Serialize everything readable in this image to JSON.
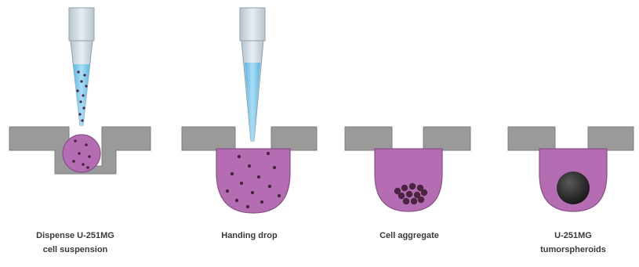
{
  "steps": [
    {
      "id": "dispense",
      "label_lines": [
        "Dispense U-251MG",
        "cell suspension"
      ]
    },
    {
      "id": "hanging-drop",
      "label_lines": [
        "Handing drop"
      ]
    },
    {
      "id": "cell-aggregate",
      "label_lines": [
        "Cell aggregate"
      ]
    },
    {
      "id": "tumorspheroids",
      "label_lines": [
        "U-251MG",
        "tumorspheroids"
      ]
    }
  ],
  "colors": {
    "plate": "#9a9a9a",
    "plate_edge": "#7f7f7f",
    "drop": "#b46db2",
    "drop_edge": "#8a4f8a",
    "cell": "#4a2440",
    "spheroid": "#2f2f2f",
    "tip_body": "#c9d4dc",
    "tip_edge": "#8fa0ac",
    "tip_fluid": "#7ec8ea"
  }
}
